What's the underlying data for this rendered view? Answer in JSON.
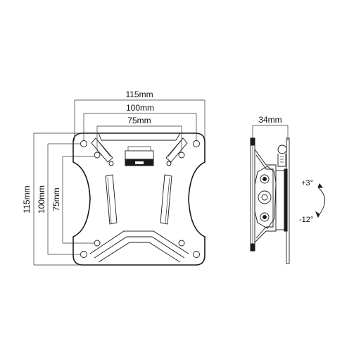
{
  "front_view": {
    "width_outer": "115mm",
    "width_mid": "100mm",
    "width_inner": "75mm",
    "height_outer": "115mm",
    "height_mid": "100mm",
    "height_inner": "75mm"
  },
  "side_view": {
    "depth": "34mm",
    "tilt_up": "+3°",
    "tilt_down": "-12°"
  },
  "colors": {
    "line": "#1a1a1a",
    "background": "#ffffff"
  }
}
